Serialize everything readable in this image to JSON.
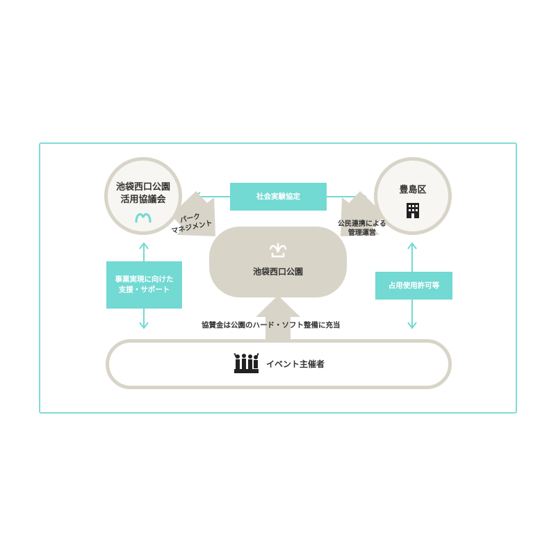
{
  "diagram": {
    "council": {
      "line1": "池袋西口公園",
      "line2": "活用協議会",
      "icon": "council-logo-icon"
    },
    "ward": {
      "label": "豊島区",
      "icon": "building-icon"
    },
    "park": {
      "label": "池袋西口公園",
      "icon": "fountain-icon"
    },
    "event": {
      "label": "イベント主催者",
      "icon": "crowd-icon"
    },
    "agreement": "社会実験協定",
    "park_management": {
      "line1": "パーク",
      "line2": "マネジメント"
    },
    "public_private": {
      "line1": "公民連携による",
      "line2": "管理運営"
    },
    "support": {
      "line1": "事業実現に向けた",
      "line2": "支援・サポート"
    },
    "permit": "占用使用許可等",
    "sponsorship": "協賛金は公園のハード・ソフト整備に充当"
  },
  "colors": {
    "accent": "#72d9d3",
    "beige": "#d8d4c8",
    "frame": "#7fdcd6"
  }
}
